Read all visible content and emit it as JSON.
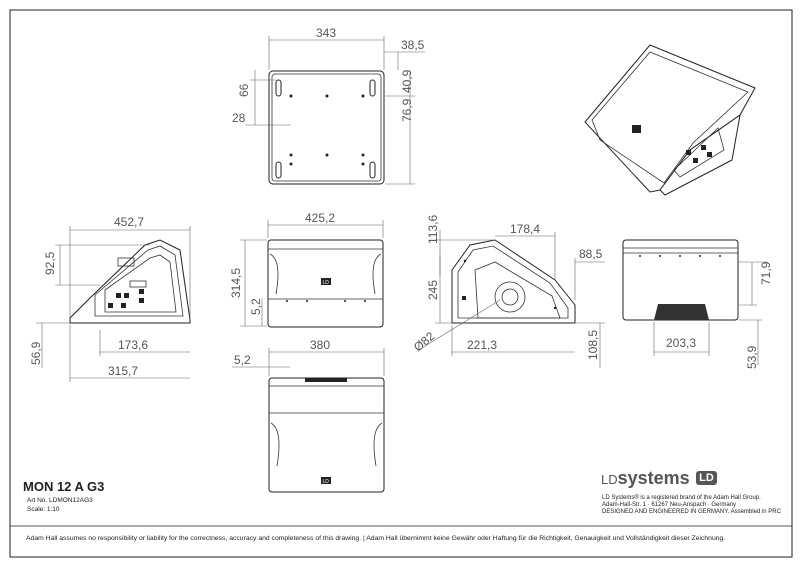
{
  "title": "MON 12 A G3",
  "art_no": "Art No. LDMON12AG3",
  "scale": "Scale: 1:10",
  "brand": {
    "ld": "LD",
    "systems": "systems",
    "badge": "LD"
  },
  "brand_lines": [
    "LD Systems® is a registered brand of the Adam Hall Group.",
    "Adam-Hall-Str. 1 · 61267 Neu-Anspach · Germany",
    "DESIGNED AND ENGINEERED IN GERMANY. Assembled in PRC"
  ],
  "disclaimer": "Adam Hall assumes no responsibility or liability for the correctness, accuracy and completeness of this drawing. | Adam Hall übernimmt keine Gewähr oder Haftung für die Richtigkeit, Genauigkeit und Vollständigkeit dieser Zeichnung.",
  "logo_text": "LD",
  "dimensions": {
    "top_width": "343",
    "top_edge": "38,5",
    "top_left_v": "66",
    "top_right_v1": "40,9",
    "top_right_v2": "76,9",
    "top_left_h": "28",
    "side1_width": "452,7",
    "side1_v1": "92,5",
    "side1_h1": "173,6",
    "side1_h2": "315,7",
    "side1_v2": "56,9",
    "front_width": "425,2",
    "front_v1": "314,5",
    "front_v2": "5,2",
    "side2_v1": "113,6",
    "side2_h1": "178,4",
    "side2_v2": "245",
    "side2_h2": "221,3",
    "side2_dia": "Ø82",
    "side2_v3": "108,5",
    "back_h1": "88,5",
    "back_v1": "71,9",
    "back_h2": "203,3",
    "back_v2": "53,9",
    "bottom_width": "380",
    "bottom_h": "5,2"
  }
}
